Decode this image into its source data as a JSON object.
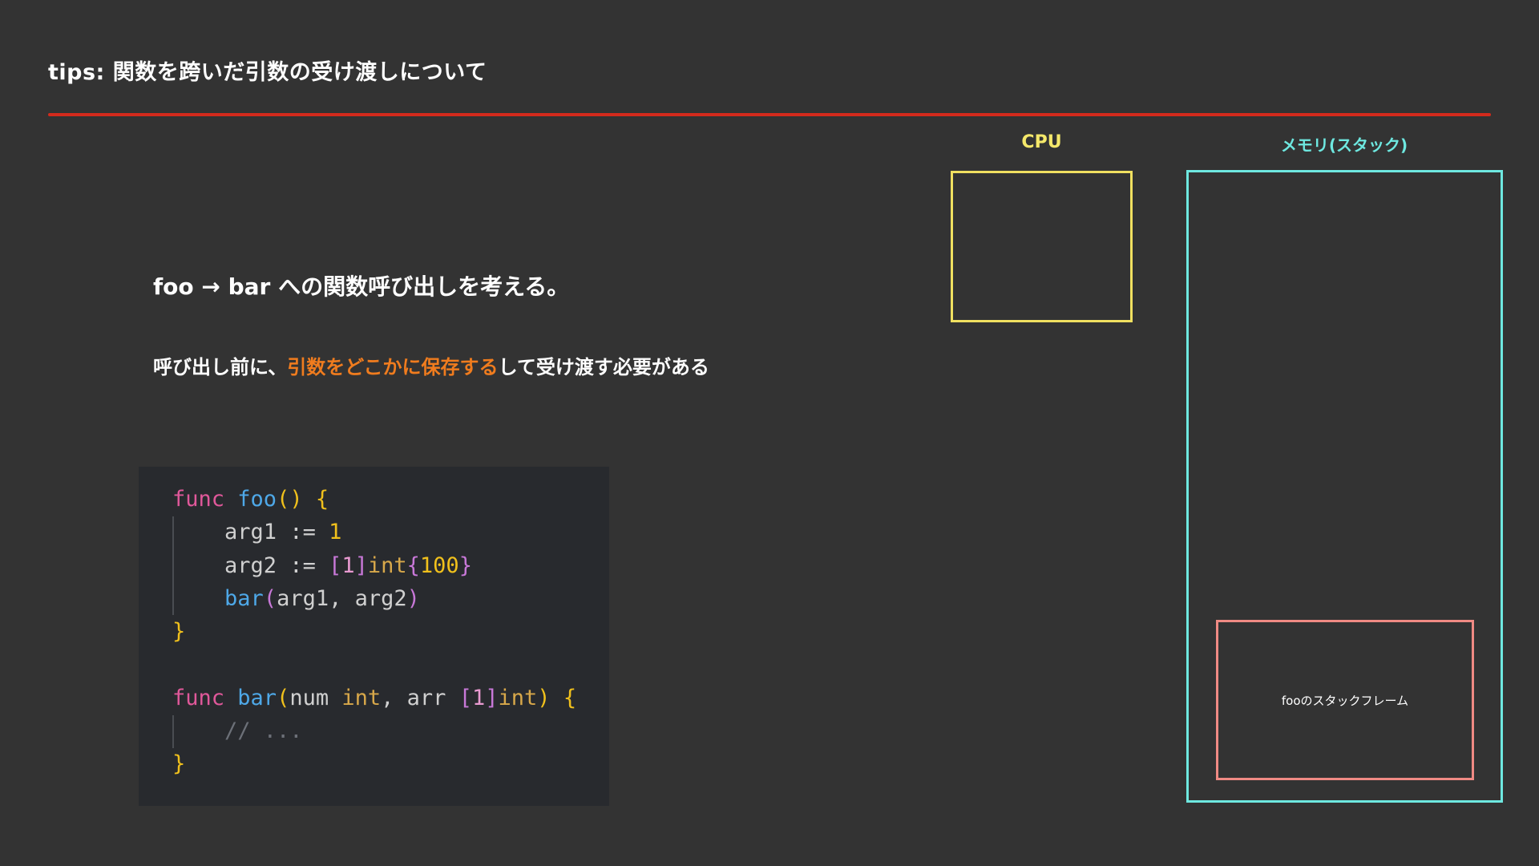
{
  "title": "tips: 関数を跨いだ引数の受け渡しについて",
  "line1": "foo → bar への関数呼び出しを考える。",
  "line2": {
    "before": "呼び出し前に、",
    "highlight": "引数をどこかに保存する",
    "after": "して受け渡す必要がある"
  },
  "code": {
    "l1": {
      "kw": "func",
      "fn": "foo",
      "paren": "()",
      "brace": "{"
    },
    "l2": {
      "text": "arg1 := ",
      "num": "1"
    },
    "l3": {
      "text": "arg2 := ",
      "b1": "[",
      "n1": "1",
      "b2": "]",
      "ty": "int",
      "b3": "{",
      "n2": "100",
      "b4": "}"
    },
    "l4": {
      "fn": "bar",
      "open": "(",
      "args": "arg1, arg2",
      "close": ")"
    },
    "l5": {
      "brace": "}"
    },
    "l7": {
      "kw": "func",
      "fn": "bar",
      "open": "(",
      "p1": "num ",
      "t1": "int",
      "comma": ", arr ",
      "b1": "[",
      "n1": "1",
      "b2": "]",
      "t2": "int",
      "close": ")",
      "brace": "{"
    },
    "l8": {
      "comment": "// ..."
    },
    "l9": {
      "brace": "}"
    }
  },
  "cpu": {
    "label": "CPU"
  },
  "memory": {
    "label": "メモリ(スタック)"
  },
  "stack_frame": {
    "label": "fooのスタックフレーム"
  },
  "colors": {
    "background": "#333333",
    "rule": "#d42a1c",
    "highlight": "#f07c1e",
    "cpu": "#f0e060",
    "memory": "#6ee8e0",
    "frame": "#f08a84"
  }
}
